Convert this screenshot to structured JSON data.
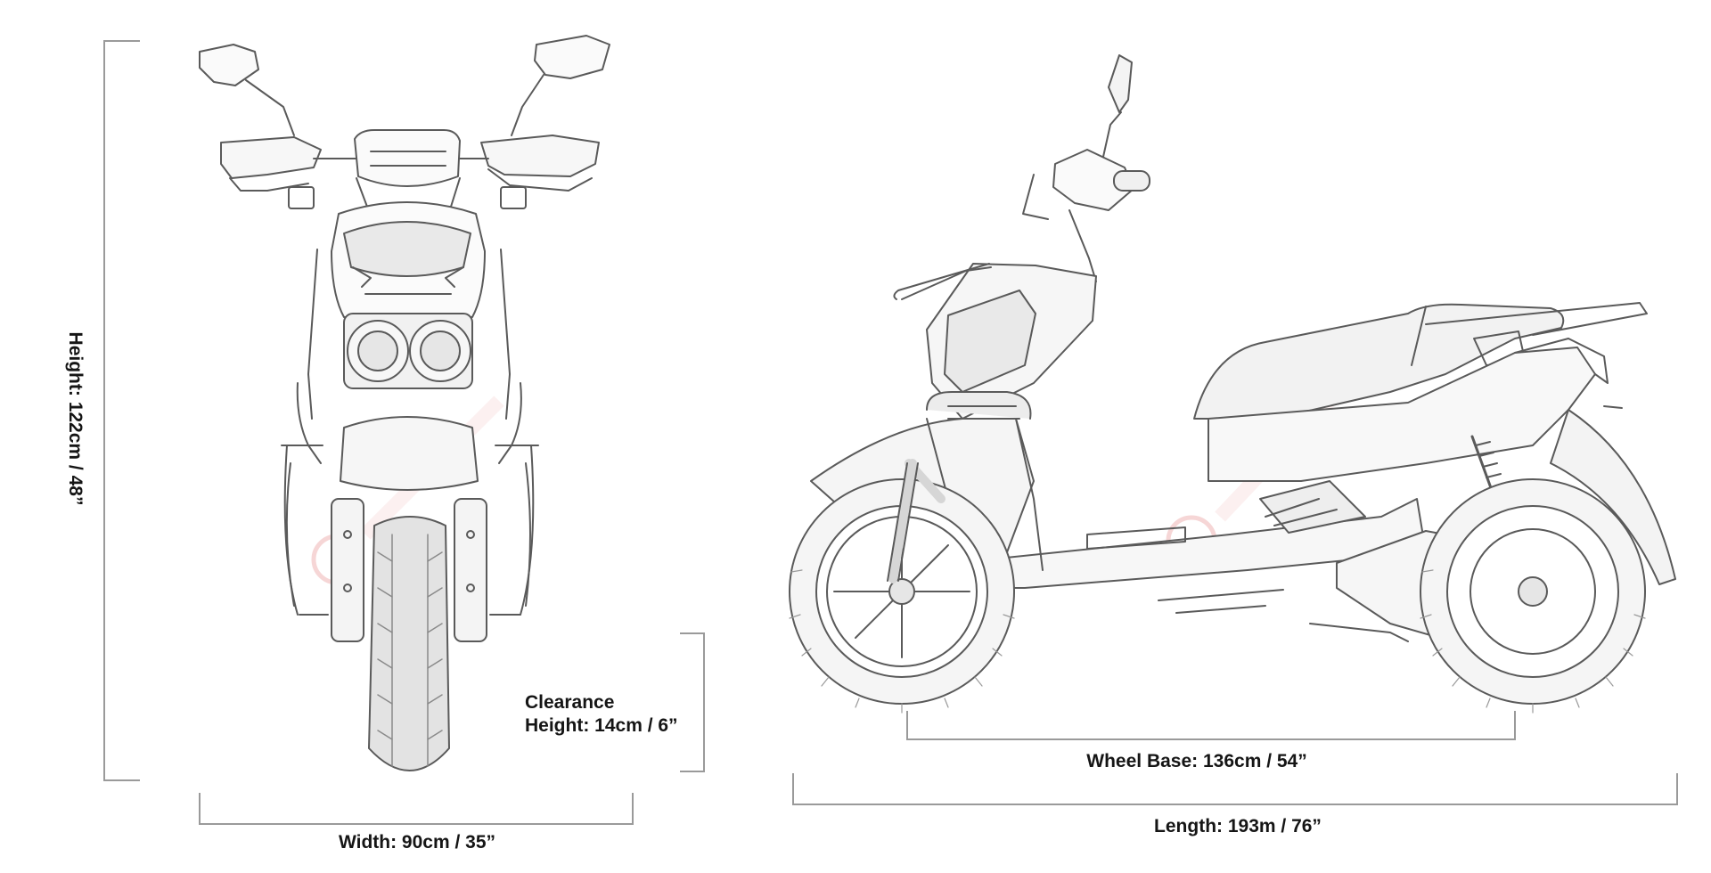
{
  "dimensions": {
    "height": "Height: 122cm / 48”",
    "width": "Width: 90cm / 35”",
    "clearance_line1": "Clearance",
    "clearance_line2": "Height: 14cm / 6”",
    "wheel_base": "Wheel Base: 136cm / 54”",
    "length": "Length: 193m / 76”"
  },
  "views": [
    "front-view",
    "side-view"
  ],
  "colors": {
    "line_art": "#5a5a5a",
    "dimension_lines": "#9a9a9a",
    "watermark": "#f3c9c9",
    "background": "#ffffff"
  }
}
